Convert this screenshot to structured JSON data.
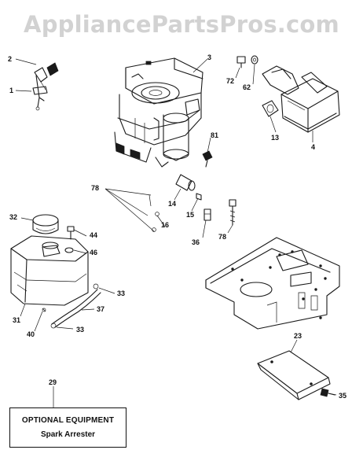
{
  "watermark": "AppliancePartsPros.com",
  "optional_box": {
    "title": "OPTIONAL EQUIPMENT",
    "subtitle": "Spark Arrester"
  },
  "callouts": [
    {
      "id": "ref-2",
      "text": "2"
    },
    {
      "id": "ref-1",
      "text": "1"
    },
    {
      "id": "ref-3",
      "text": "3"
    },
    {
      "id": "ref-72",
      "text": "72"
    },
    {
      "id": "ref-62",
      "text": "62"
    },
    {
      "id": "ref-13",
      "text": "13"
    },
    {
      "id": "ref-4",
      "text": "4"
    },
    {
      "id": "ref-81",
      "text": "81"
    },
    {
      "id": "ref-78a",
      "text": "78"
    },
    {
      "id": "ref-14",
      "text": "14"
    },
    {
      "id": "ref-15",
      "text": "15"
    },
    {
      "id": "ref-16",
      "text": "16"
    },
    {
      "id": "ref-36",
      "text": "36"
    },
    {
      "id": "ref-78b",
      "text": "78"
    },
    {
      "id": "ref-32",
      "text": "32"
    },
    {
      "id": "ref-44",
      "text": "44"
    },
    {
      "id": "ref-46",
      "text": "46"
    },
    {
      "id": "ref-31",
      "text": "31"
    },
    {
      "id": "ref-33a",
      "text": "33"
    },
    {
      "id": "ref-37",
      "text": "37"
    },
    {
      "id": "ref-40",
      "text": "40"
    },
    {
      "id": "ref-33b",
      "text": "33"
    },
    {
      "id": "ref-23",
      "text": "23"
    },
    {
      "id": "ref-35",
      "text": "35"
    },
    {
      "id": "ref-29",
      "text": "29"
    }
  ]
}
